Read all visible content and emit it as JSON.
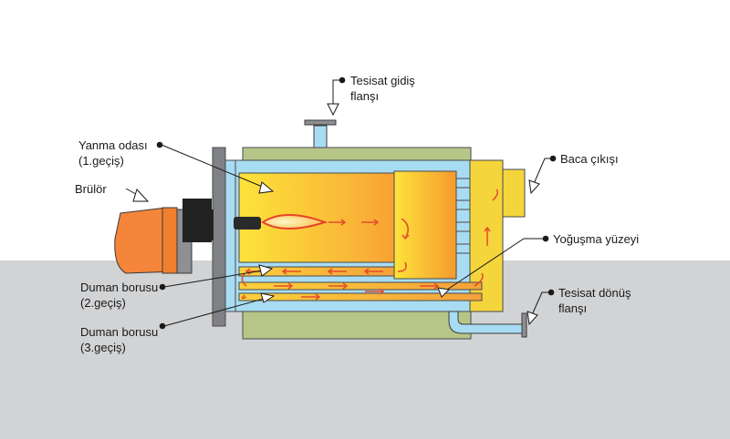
{
  "labels": {
    "supply_flange": {
      "line1": "Tesisat gidiş",
      "line2": "flanşı"
    },
    "combustion_chamber": {
      "line1": "Yanma odası",
      "line2": "(1.geçiş)"
    },
    "burner": {
      "line1": "Brülör"
    },
    "flue_outlet": {
      "line1": "Baca çıkışı"
    },
    "condensing_surface": {
      "line1": "Yoğuşma yüzeyi"
    },
    "smoke_tube_2": {
      "line1": "Duman borusu",
      "line2": "(2.geçiş)"
    },
    "return_flange": {
      "line1": "Tesisat dönüş",
      "line2": "flanşı"
    },
    "smoke_tube_3": {
      "line1": "Duman borusu",
      "line2": "(3.geçiş)"
    }
  },
  "colors": {
    "ground": "#d2d3d5",
    "insulation": "#b6c689",
    "water": "#a8dcf2",
    "chamber_yellow": "#fde33a",
    "chamber_orange": "#f4862a",
    "reversal_chamber": "#f5d53c",
    "burner_body": "#f4853a",
    "burner_gray": "#8d8f93",
    "burner_black": "#222222",
    "flame_red": "#e8432a",
    "arrow_red": "#e54b2b",
    "leader_line": "#1a1a1a",
    "front_plate": "#7f8186"
  }
}
